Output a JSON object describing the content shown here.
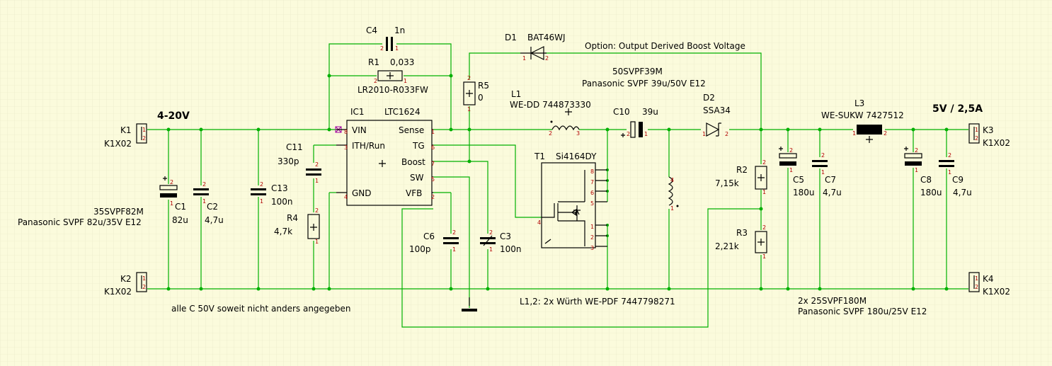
{
  "labels": {
    "input_voltage": "4-20V",
    "output_voltage": "5V / 2,5A",
    "note_caps": "alle C 50V soweit nicht anders angegeben",
    "note_inductors": "L1,2: 2x Würth WE-PDF 7447798271",
    "note_outcaps_1": "2x 25SVPF180M",
    "note_outcaps_2": "Panasonic SVPF 180u/25V E12",
    "option": "Option: Output Derived Boost Voltage"
  },
  "parts": {
    "K1": {
      "name": "K1",
      "value": "K1X02"
    },
    "K2": {
      "name": "K2",
      "value": "K1X02"
    },
    "K3": {
      "name": "K3",
      "value": "K1X02"
    },
    "K4": {
      "name": "K4",
      "value": "K1X02"
    },
    "C1": {
      "name": "C1",
      "value": "82u",
      "part": "35SVPF82M",
      "desc": "Panasonic SVPF 82u/35V E12"
    },
    "C2": {
      "name": "C2",
      "value": "4,7u"
    },
    "C13": {
      "name": "C13",
      "value": "100n"
    },
    "C11": {
      "name": "C11",
      "value": "330p"
    },
    "R4": {
      "name": "R4",
      "value": "4,7k"
    },
    "C4": {
      "name": "C4",
      "value": "1n"
    },
    "R1": {
      "name": "R1",
      "value": "0,033",
      "part": "LR2010-R033FW"
    },
    "IC1": {
      "name": "IC1",
      "value": "LTC1624",
      "pins": [
        "VIN",
        "ITH/Run",
        "GND",
        "Sense",
        "TG",
        "Boost",
        "SW",
        "VFB"
      ]
    },
    "R5": {
      "name": "R5",
      "value": "0"
    },
    "D1": {
      "name": "D1",
      "value": "BAT46WJ"
    },
    "L1": {
      "name": "L1",
      "value": "WE-DD 744873330"
    },
    "T1": {
      "name": "T1",
      "value": "Si4164DY"
    },
    "C6": {
      "name": "C6",
      "value": "100p"
    },
    "C3": {
      "name": "C3",
      "value": "100n"
    },
    "C10": {
      "name": "C10",
      "value": "39u",
      "part": "50SVPF39M",
      "desc": "Panasonic SVPF 39u/50V E12"
    },
    "D2": {
      "name": "D2",
      "value": "SSA34"
    },
    "R2": {
      "name": "R2",
      "value": "7,15k"
    },
    "R3": {
      "name": "R3",
      "value": "2,21k"
    },
    "L3": {
      "name": "L3",
      "value": "WE-SUKW 7427512"
    },
    "C5": {
      "name": "C5",
      "value": "180u"
    },
    "C7": {
      "name": "C7",
      "value": "4,7u"
    },
    "C8": {
      "name": "C8",
      "value": "180u"
    },
    "C9": {
      "name": "C9",
      "value": "4,7u"
    }
  },
  "pins": {
    "p1": "1",
    "p2": "2",
    "p3": "3",
    "p4": "4",
    "p5": "5",
    "p6": "6",
    "p7": "7",
    "p8": "8"
  },
  "colors": {
    "background": "#fbfbdc",
    "wire": "#00b000",
    "pin_number": "#b00000",
    "component": "#000000"
  }
}
